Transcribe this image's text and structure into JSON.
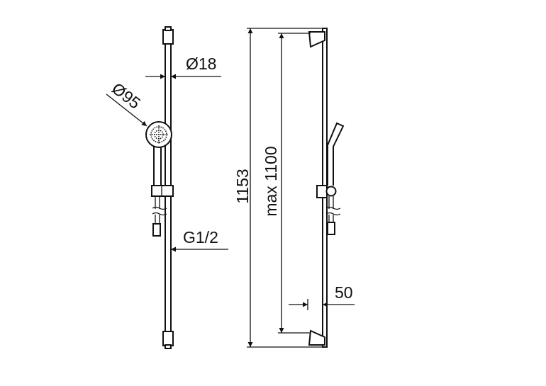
{
  "drawing": {
    "front_view": {
      "rail_diameter_label": "Ø18",
      "head_diameter_label": "Ø95",
      "connection_label": "G1/2"
    },
    "side_view": {
      "total_height_label": "1153",
      "adjust_height_label": "max 1100",
      "wall_distance_label": "50"
    }
  }
}
